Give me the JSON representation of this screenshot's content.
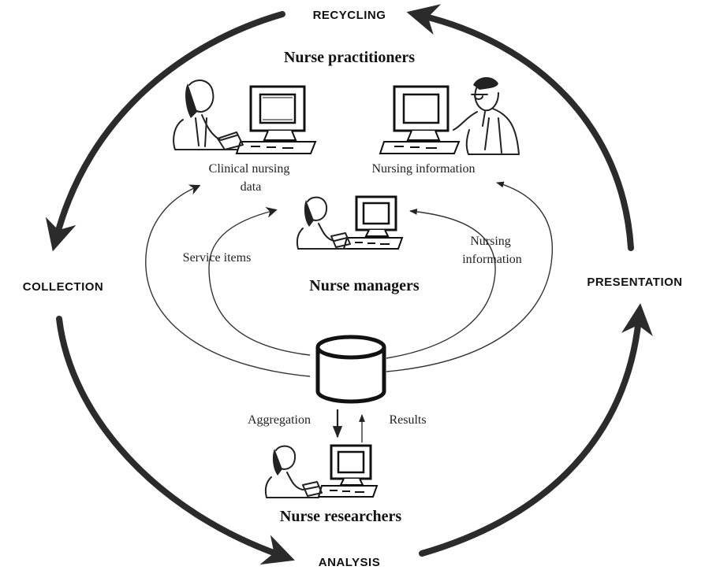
{
  "stages": {
    "recycling": "RECYCLING",
    "collection": "COLLECTION",
    "analysis": "ANALYSIS",
    "presentation": "PRESENTATION"
  },
  "groups": {
    "practitioners": "Nurse practitioners",
    "managers": "Nurse managers",
    "researchers": "Nurse researchers"
  },
  "flows": {
    "clinical_nursing_data": [
      "Clinical nursing",
      "data"
    ],
    "nursing_information_top": "Nursing information",
    "service_items": "Service items",
    "nursing_information_mid": [
      "Nursing",
      "information"
    ],
    "aggregation": "Aggregation",
    "results": "Results"
  }
}
